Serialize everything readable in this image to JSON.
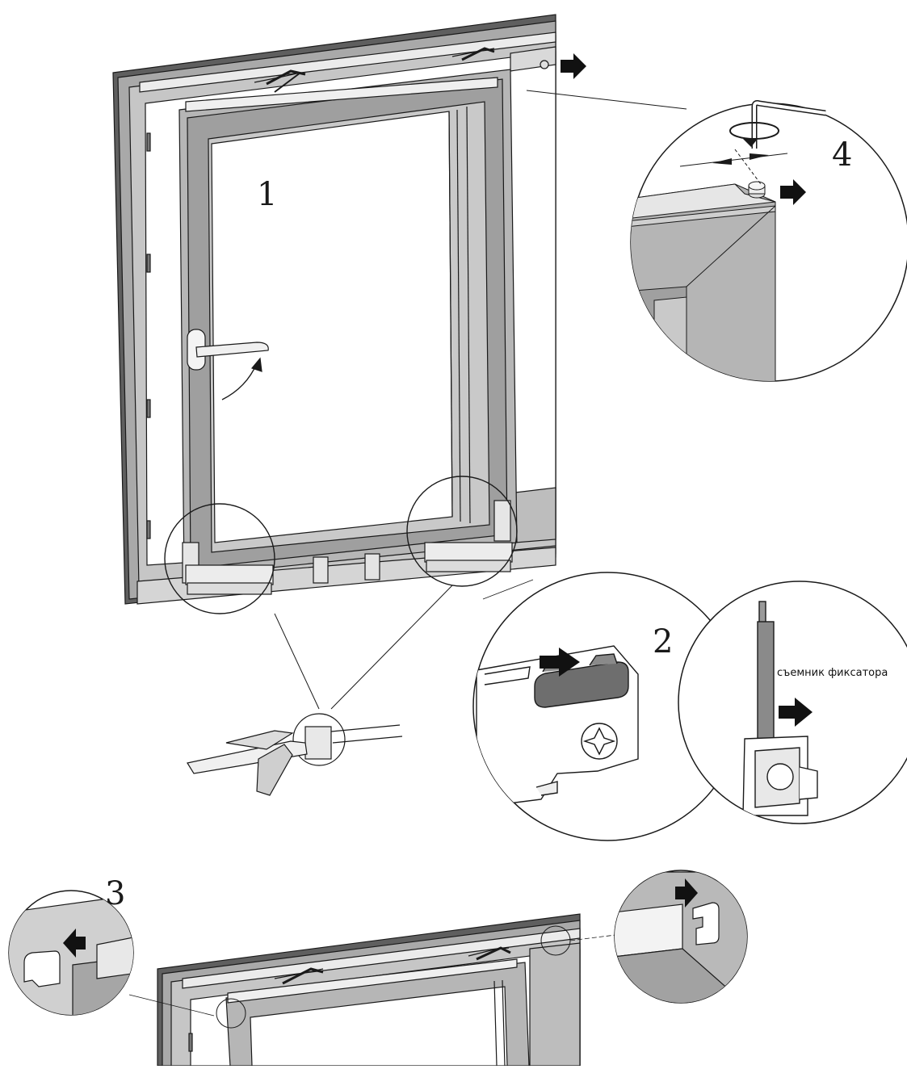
{
  "labels": {
    "step1": "1",
    "step2": "2",
    "step3": "3",
    "step4": "4",
    "tool": "съемник фиксатора"
  },
  "colors": {
    "frame_dark": "#5a5a5a",
    "frame_mid": "#9a9a9a",
    "frame_light": "#c4c4c4",
    "frame_face": "#b3b3b3",
    "rail": "#e8e8e8",
    "line": "#1a1a1a",
    "arrow": "#111111"
  }
}
